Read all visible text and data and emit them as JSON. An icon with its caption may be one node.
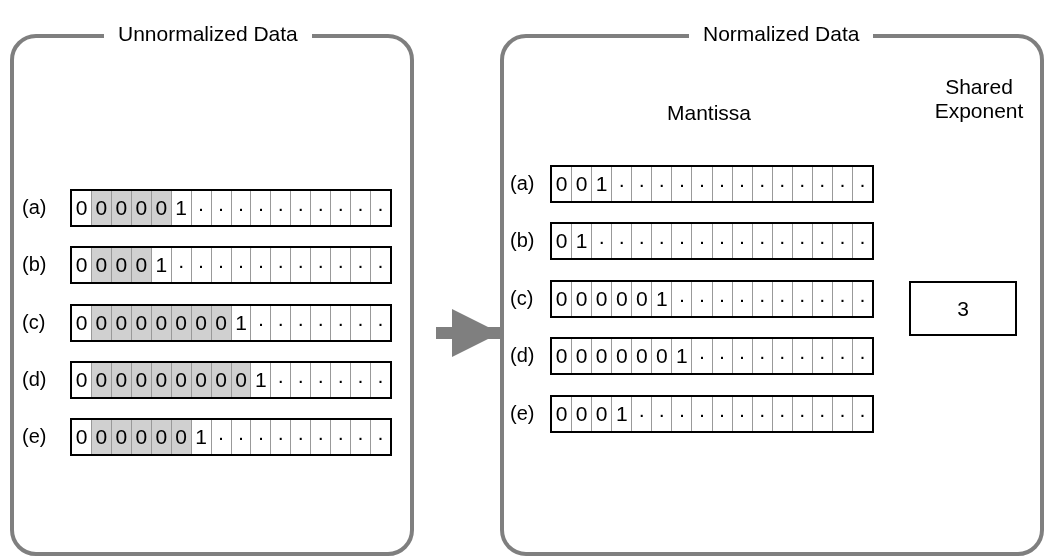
{
  "diagram": {
    "nodes": [
      {
        "text": [
          "Unnormalized Data"
        ]
      },
      {
        "text": [
          "0",
          "0",
          "0",
          "0",
          "0",
          "1",
          "·",
          "·",
          "·",
          "·",
          "·",
          "·",
          "·",
          "·",
          "·",
          "·"
        ],
        "beside": [
          "(a)"
        ],
        "in": 0
      },
      {
        "text": [
          "0",
          "0",
          "0",
          "0",
          "1",
          "·",
          "·",
          "·",
          "·",
          "·",
          "·",
          "·",
          "·",
          "·",
          "·",
          "·"
        ],
        "beside": [
          "(b)"
        ],
        "in": 0
      },
      {
        "text": [
          "0",
          "0",
          "0",
          "0",
          "0",
          "0",
          "0",
          "0",
          "1",
          "·",
          "·",
          "·",
          "·",
          "·",
          "·",
          "·"
        ],
        "beside": [
          "(c)"
        ],
        "in": 0
      },
      {
        "text": [
          "0",
          "0",
          "0",
          "0",
          "0",
          "0",
          "0",
          "0",
          "0",
          "1",
          "·",
          "·",
          "·",
          "·",
          "·",
          "·"
        ],
        "beside": [
          "(d)"
        ],
        "in": 0
      },
      {
        "text": [
          "0",
          "0",
          "0",
          "0",
          "0",
          "0",
          "1",
          "·",
          "·",
          "·",
          "·",
          "·",
          "·",
          "·",
          "·",
          "·"
        ],
        "beside": [
          "(e)"
        ],
        "in": 0
      },
      {
        "text": [
          "Normalized Data"
        ]
      },
      {
        "text": [
          "0",
          "0",
          "1",
          "·",
          "·",
          "·",
          "·",
          "·",
          "·",
          "·",
          "·",
          "·",
          "·",
          "·",
          "·",
          "·"
        ],
        "beside": [
          "(a)"
        ],
        "in": 6
      },
      {
        "text": [
          "0",
          "1",
          "·",
          "·",
          "·",
          "·",
          "·",
          "·",
          "·",
          "·",
          "·",
          "·",
          "·",
          "·",
          "·",
          "·"
        ],
        "beside": [
          "(b)"
        ],
        "in": 6
      },
      {
        "text": [
          "0",
          "0",
          "0",
          "0",
          "0",
          "1",
          "·",
          "·",
          "·",
          "·",
          "·",
          "·",
          "·",
          "·",
          "·",
          "·"
        ],
        "beside": [
          "(c)"
        ],
        "in": 6
      },
      {
        "text": [
          "0",
          "0",
          "0",
          "0",
          "0",
          "0",
          "1",
          "·",
          "·",
          "·",
          "·",
          "·",
          "·",
          "·",
          "·",
          "·"
        ],
        "beside": [
          "(d)"
        ],
        "in": 6
      },
      {
        "text": [
          "0",
          "0",
          "0",
          "1",
          "·",
          "·",
          "·",
          "·",
          "·",
          "·",
          "·",
          "·",
          "·",
          "·",
          "·",
          "·"
        ],
        "beside": [
          "(e)"
        ],
        "in": 6
      },
      {
        "text": [
          "3"
        ],
        "in": 6
      }
    ],
    "edges": [
      {
        "from": 0,
        "to": 6,
        "arrow": "to"
      }
    ],
    "labels": [
      "Mantissa",
      "Shared Exponent"
    ]
  }
}
